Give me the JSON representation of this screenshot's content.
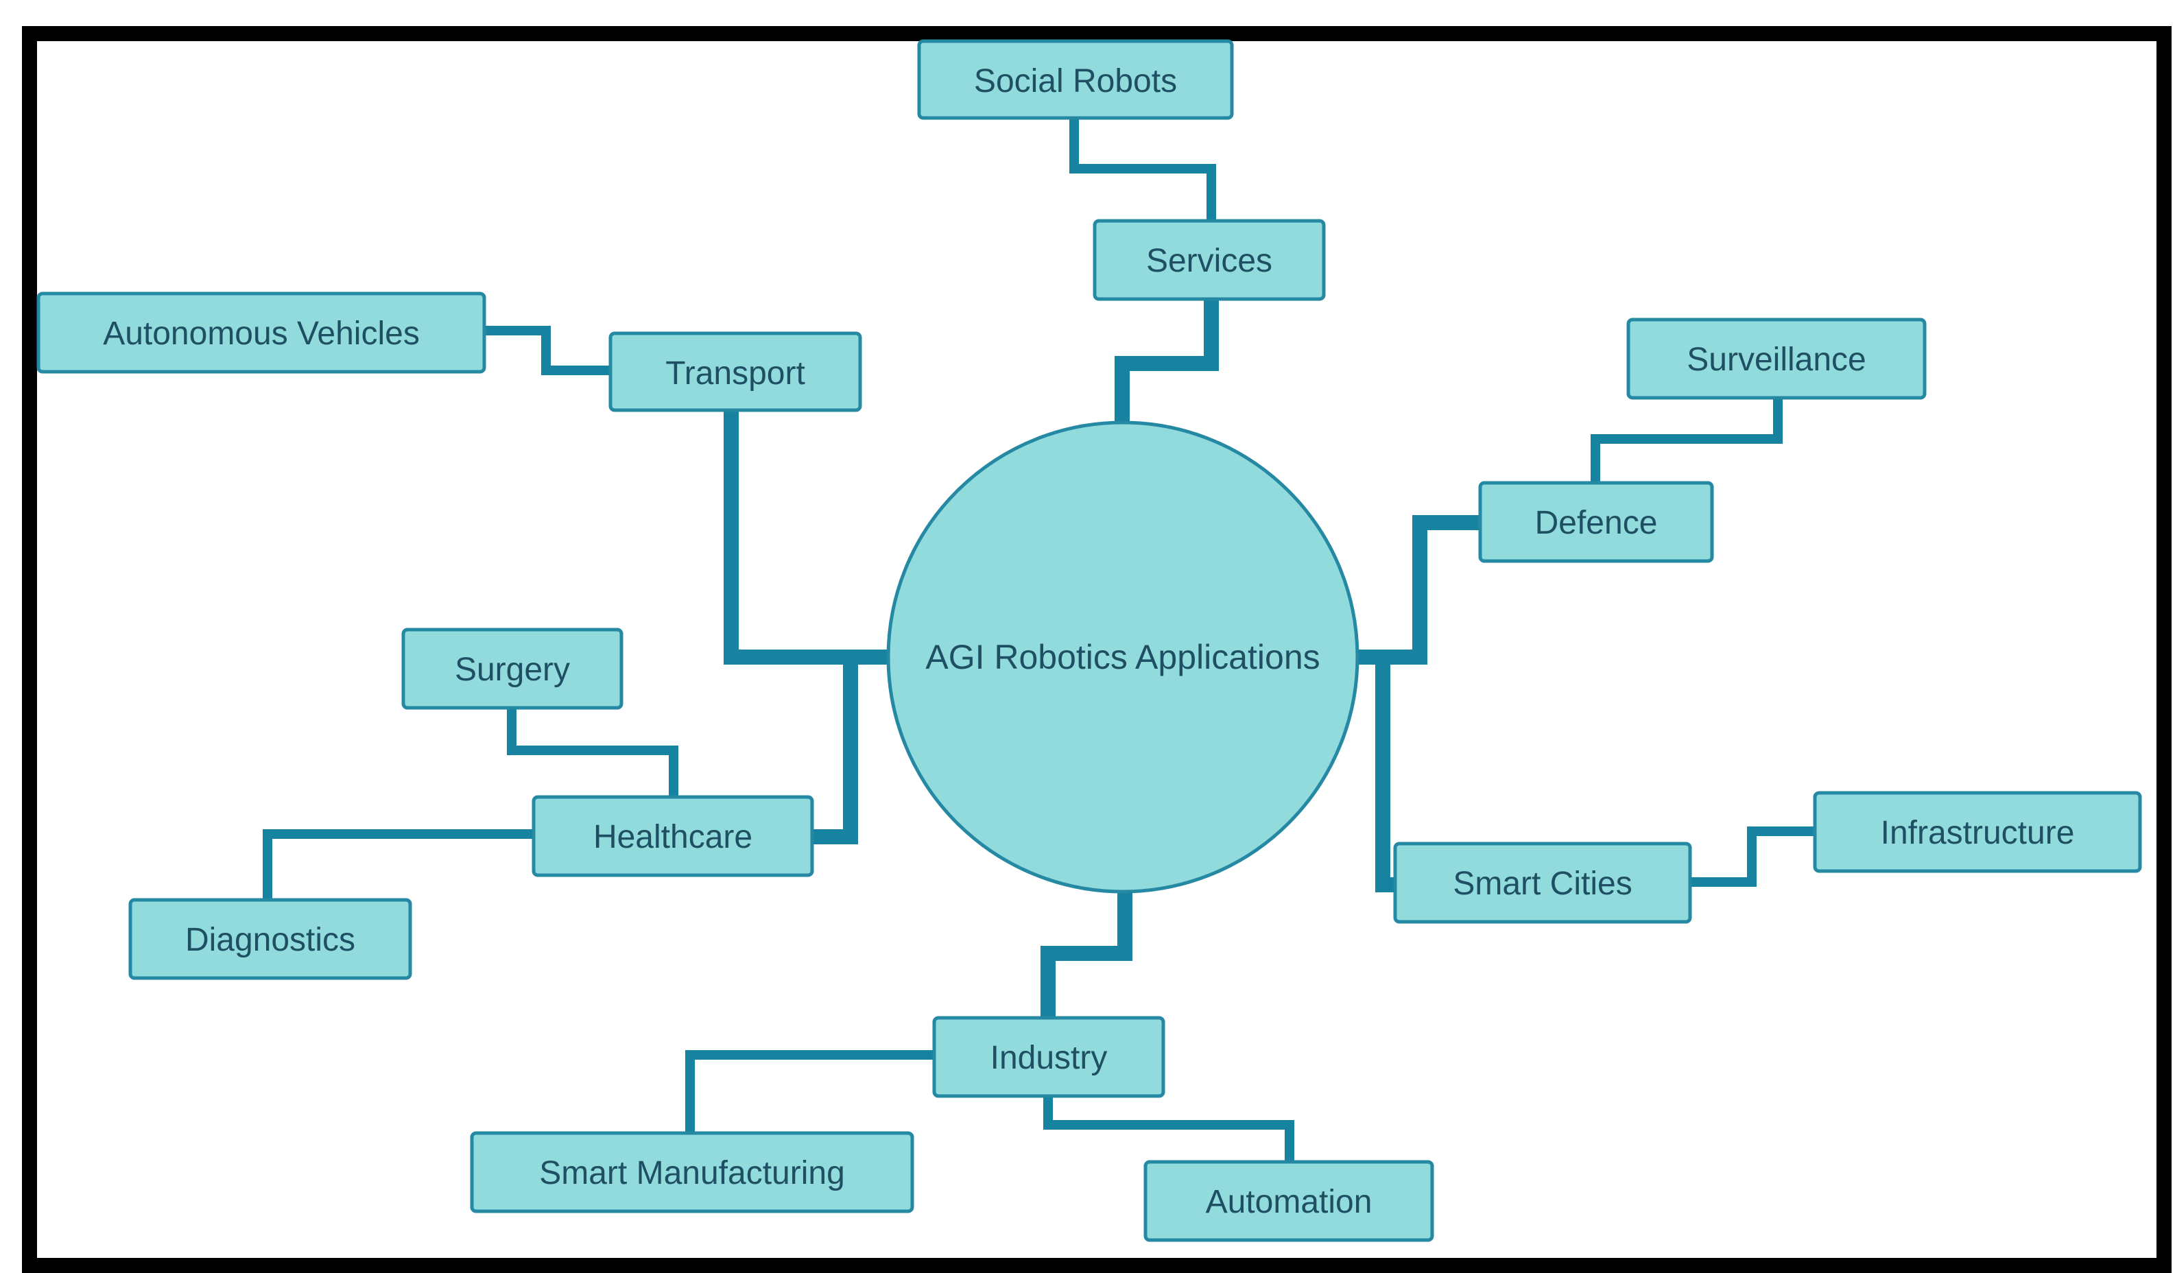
{
  "diagram": {
    "title": "AGI Robotics Applications",
    "colors": {
      "node_fill": "#91dbdd",
      "node_stroke": "#2589a3",
      "connector": "#1882a1",
      "text": "#1f4f63",
      "frame": "#000000"
    },
    "nodes": {
      "services": "Services",
      "social_robots": "Social Robots",
      "transport": "Transport",
      "autonomous_vehicles": "Autonomous Vehicles",
      "defence": "Defence",
      "surveillance": "Surveillance",
      "healthcare": "Healthcare",
      "surgery": "Surgery",
      "diagnostics": "Diagnostics",
      "smart_cities": "Smart Cities",
      "infrastructure": "Infrastructure",
      "industry": "Industry",
      "smart_manufacturing": "Smart Manufacturing",
      "automation": "Automation"
    }
  }
}
